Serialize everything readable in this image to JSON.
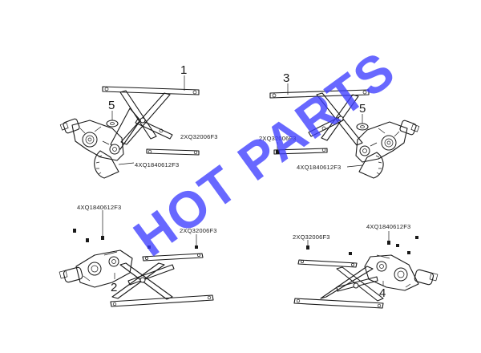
{
  "watermark": {
    "text": "HOT PARTS",
    "color": "#3d3dff"
  },
  "callouts": {
    "top_left_number": "1",
    "top_left_washer_number": "5",
    "top_left_motor_code": "4XQ1840612F3",
    "top_left_regulator_code": "2XQ32006F3",
    "top_right_number": "3",
    "top_right_washer_number": "5",
    "top_right_regulator_code": "2XQ32006F3",
    "top_right_motor_code": "4XQ1840612F3",
    "bottom_left_number": "2",
    "bottom_left_motor_code": "4XQ1840612F3",
    "bottom_left_regulator_code": "2XQ32006F3",
    "bottom_right_number": "4",
    "bottom_right_regulator_code": "2XQ32006F3",
    "bottom_right_motor_code": "4XQ1840612F3"
  },
  "icons": [
    "window-regulator-icon",
    "motor-icon",
    "washer-icon",
    "screw-icon"
  ]
}
